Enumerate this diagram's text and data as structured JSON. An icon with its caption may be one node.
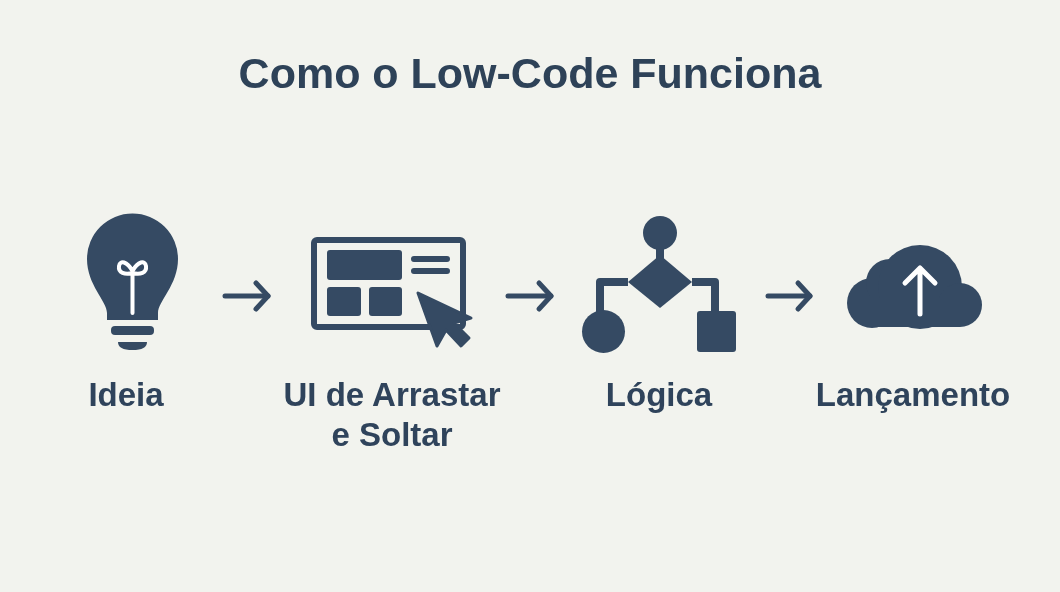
{
  "diagram": {
    "title": "Como o Low-Code Funciona",
    "nodes": [
      {
        "text": [
          "Ideia"
        ]
      },
      {
        "text": [
          "UI de Arrastar e Soltar"
        ]
      },
      {
        "text": [
          "Lógica"
        ]
      },
      {
        "text": [
          "Lançamento"
        ]
      }
    ],
    "edges": [
      {
        "from": 0,
        "to": 1,
        "arrow": "to"
      },
      {
        "from": 1,
        "to": 2,
        "arrow": "to"
      },
      {
        "from": 2,
        "to": 3,
        "arrow": "to"
      }
    ]
  }
}
